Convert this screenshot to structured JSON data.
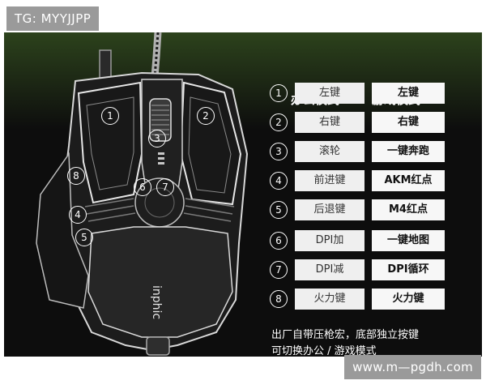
{
  "watermark_top": "TG: MYYJJPP",
  "watermark_bottom": "www.m—pgdh.com",
  "brand": "inphic",
  "headers": {
    "office": "办公模式:",
    "game": "游戏模式:"
  },
  "rows": [
    {
      "num": "1",
      "office": "左键",
      "game": "左键"
    },
    {
      "num": "2",
      "office": "右键",
      "game": "右键"
    },
    {
      "num": "3",
      "office": "滚轮",
      "game": "一键奔跑"
    },
    {
      "num": "4",
      "office": "前进键",
      "game": "AKM红点"
    },
    {
      "num": "5",
      "office": "后退键",
      "game": "M4红点"
    },
    {
      "num": "6",
      "office": "DPI加",
      "game": "一键地图"
    },
    {
      "num": "7",
      "office": "DPI减",
      "game": "DPI循环"
    },
    {
      "num": "8",
      "office": "火力键",
      "game": "火力键"
    }
  ],
  "footer": {
    "line1": "出厂自带压枪宏，底部独立按键",
    "line2": "可切换办公 / 游戏模式"
  },
  "colors": {
    "panel": "#0d0d0d",
    "glow": "#466e28",
    "label_bg": "#efefef",
    "watermark_bg": "#9a9a9a"
  }
}
